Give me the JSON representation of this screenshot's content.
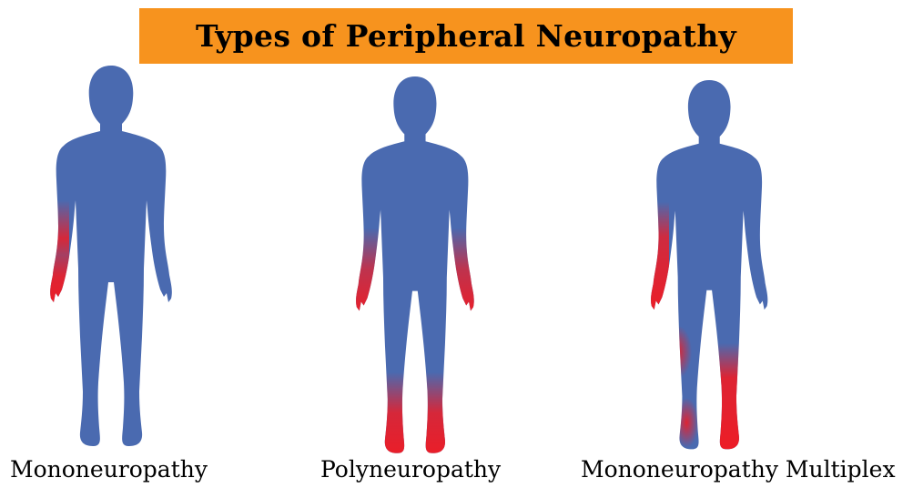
{
  "title": "Types of Peripheral Neuropathy",
  "colors": {
    "banner": "#f7931e",
    "body": "#4a6ab0",
    "affected": "#ee1c25"
  },
  "figures": [
    {
      "name": "Mononeuropathy"
    },
    {
      "name": "Polyneuropathy"
    },
    {
      "name": "Mononeuropathy Multiplex"
    }
  ]
}
